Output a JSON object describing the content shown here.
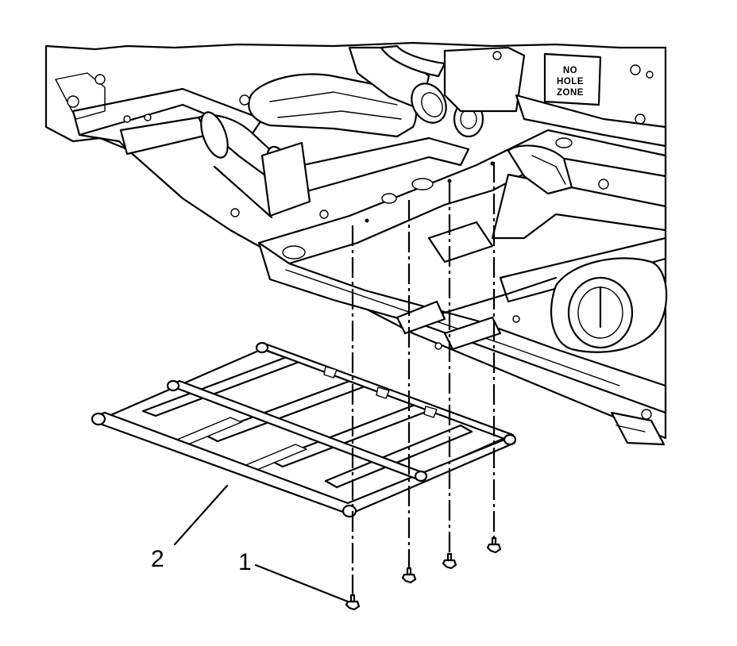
{
  "diagram": {
    "placard": {
      "lines": [
        "NO",
        "HOLE",
        "ZONE"
      ]
    },
    "callouts": [
      {
        "id": "1",
        "label": "1",
        "part": "bolts"
      },
      {
        "id": "2",
        "label": "2",
        "part": "skid-plate"
      }
    ]
  }
}
